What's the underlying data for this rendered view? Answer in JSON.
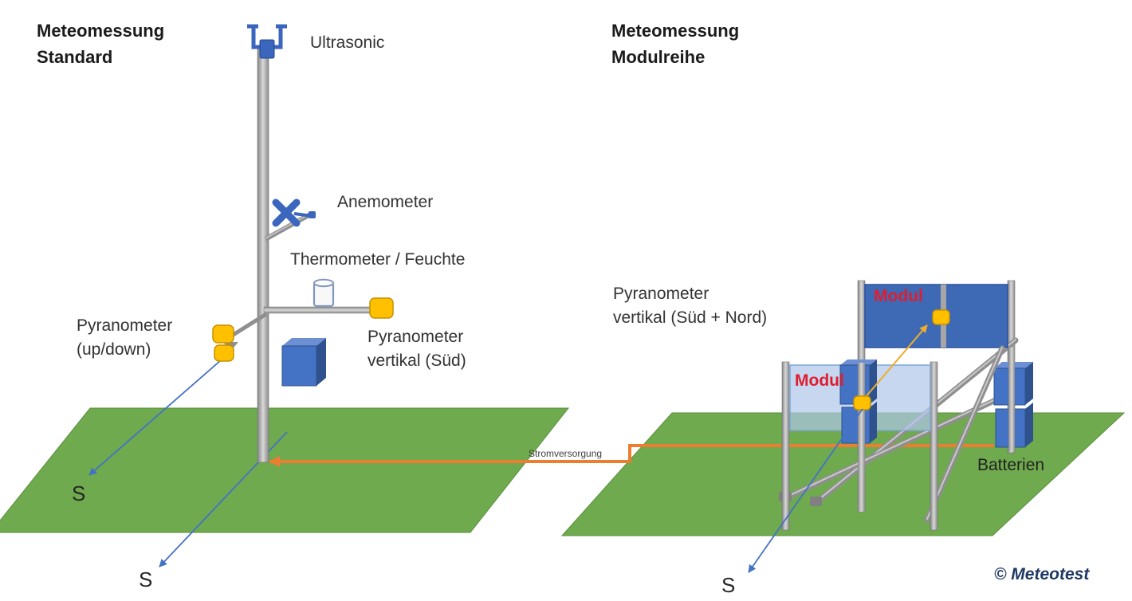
{
  "left": {
    "title_line1": "Meteomessung",
    "title_line2": "Standard",
    "labels": {
      "ultrasonic": "Ultrasonic",
      "anemometer": "Anemometer",
      "thermometer": "Thermometer / Feuchte",
      "pyr_updown_1": "Pyranometer",
      "pyr_updown_2": "(up/down)",
      "pyr_sued_1": "Pyranometer",
      "pyr_sued_2": "vertikal (Süd)",
      "south_updown": "S",
      "south_mast": "S"
    }
  },
  "right": {
    "title_line1": "Meteomessung",
    "title_line2": "Modulreihe",
    "labels": {
      "pyr_1": "Pyranometer",
      "pyr_2": "vertikal (Süd + Nord)",
      "modul_back": "Modul",
      "modul_front": "Modul",
      "batterien": "Batterien",
      "south": "S"
    }
  },
  "connection": {
    "label": "Stromversorgung"
  },
  "footer": {
    "copyright": "© Meteotest"
  },
  "colors": {
    "ground_green": "#6faa4e",
    "pole_gray": "#a6a6a6",
    "accent_blue": "#4472c4",
    "icon_blue": "#3a66bd",
    "panel_blue": "#3e6ab5",
    "panel_light_blue": "#aec6e8",
    "box_blue": "#4472c4",
    "box_blue_shadow": "#2f528f",
    "sensor_yellow": "#ffc000",
    "sensor_yellow_border": "#c79100",
    "power_orange": "#ed7d31",
    "modul_red": "#e01d2f",
    "copyright_navy": "#1f3864",
    "label_gray": "#333333"
  }
}
